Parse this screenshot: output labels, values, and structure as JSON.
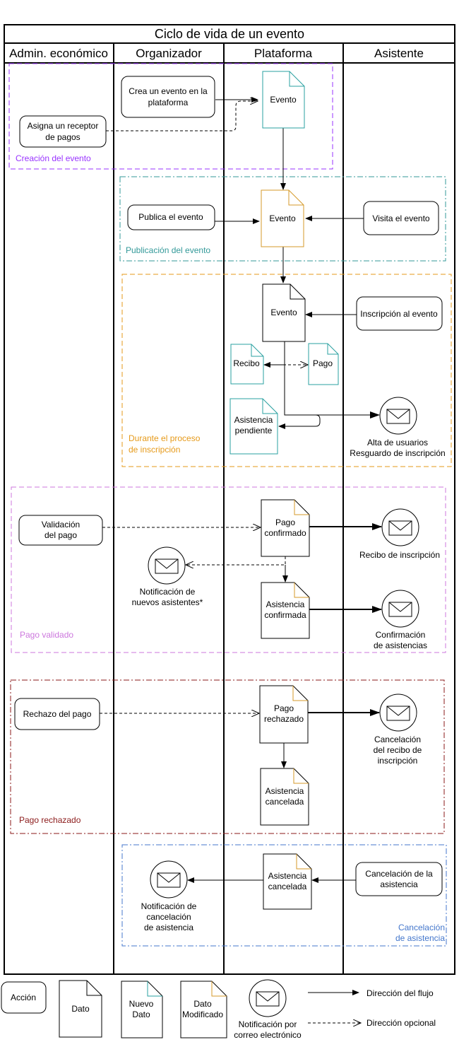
{
  "title": "Ciclo de vida de un evento",
  "lanes": [
    "Admin. económico",
    "Organizador",
    "Plataforma",
    "Asistente"
  ],
  "groups": {
    "creacion": "Creación del evento",
    "publicacion": "Publicación del evento",
    "inscripcion": [
      "Durante el proceso",
      "de inscripción"
    ],
    "validado": "Pago validado",
    "rechazado": "Pago rechazado",
    "cancelacion": [
      "Cancelación",
      "de asistencia"
    ]
  },
  "nodes": {
    "crea_evento": [
      "Crea un evento en la",
      "plataforma"
    ],
    "asigna_receptor": [
      "Asigna un receptor",
      "de pagos"
    ],
    "evento_nuevo": "Evento",
    "publica_evento": "Publica el evento",
    "evento_publicado": "Evento",
    "visita_evento": "Visita el evento",
    "evento_inscripcion": "Evento",
    "inscripcion_evento": "Inscripción al evento",
    "recibo": "Recibo",
    "pago": "Pago",
    "asistencia_pendiente": [
      "Asistencia",
      "pendiente"
    ],
    "alta_usuarios": [
      "Alta de usuarios",
      "Resguardo de inscripción"
    ],
    "validacion_pago": [
      "Validación",
      "del pago"
    ],
    "pago_confirmado": [
      "Pago",
      "confirmado"
    ],
    "recibo_inscripcion": "Recibo de inscripción",
    "notif_nuevos": [
      "Notificación de",
      "nuevos asistentes*"
    ],
    "asistencia_confirmada": [
      "Asistencia",
      "confirmada"
    ],
    "confirmacion_asistencias": [
      "Confirmación",
      "de asistencias"
    ],
    "rechazo_pago": "Rechazo del pago",
    "pago_rechazado": [
      "Pago",
      "rechazado"
    ],
    "cancelacion_recibo": [
      "Cancelación",
      "del recibo de",
      "inscripción"
    ],
    "asistencia_cancelada_1": [
      "Asistencia",
      "cancelada"
    ],
    "cancelacion_asistencia": [
      "Cancelación de la",
      "asistencia"
    ],
    "asistencia_cancelada_2": [
      "Asistencia",
      "cancelada"
    ],
    "notif_cancelacion": [
      "Notificación de",
      "cancelación",
      "de asistencia"
    ]
  },
  "legend": {
    "accion": "Acción",
    "dato": "Dato",
    "nuevo_dato": [
      "Nuevo",
      "Dato"
    ],
    "dato_modificado": [
      "Dato",
      "Modificado"
    ],
    "notificacion": [
      "Notificación por",
      "correo electrónico"
    ],
    "direccion_flujo": "Dirección del flujo",
    "direccion_opcional": "Dirección opcional"
  },
  "colors": {
    "creacion": "#9933ff",
    "publicacion": "#339999",
    "inscripcion": "#e69a1a",
    "validado": "#cc77dd",
    "rechazado": "#8b1a1a",
    "cancelacion": "#4477cc",
    "nuevo_dato": "#2aa0a0",
    "dato_modificado": "#d69a2a"
  }
}
